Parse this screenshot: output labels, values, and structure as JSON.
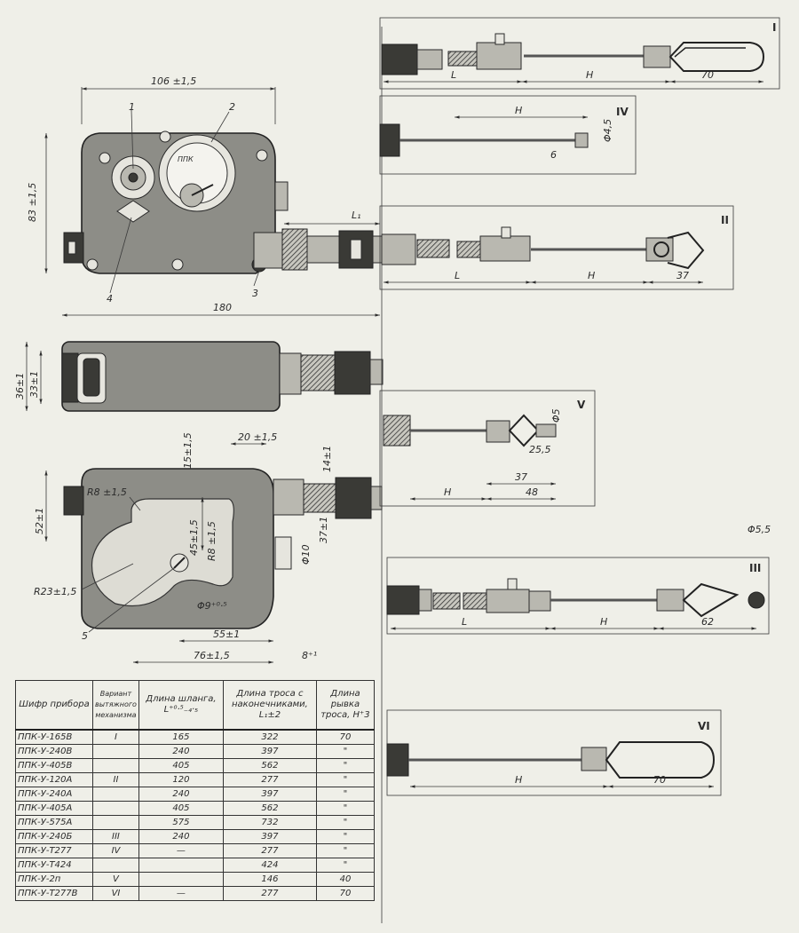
{
  "dims": {
    "w106": "106 ±1,5",
    "h83": "83 ±1,5",
    "w180": "180",
    "h36": "36±1",
    "h33": "33±1",
    "w20": "20 ±1,5",
    "h15": "15±1,5",
    "h14": "14±1",
    "r8a": "R8 ±1,5",
    "r8b": "R8 ±1,5",
    "h45": "45±1,5",
    "h52": "52±1",
    "r23": "R23±1,5",
    "d9": "Φ9⁺⁰·⁵",
    "d10": "Φ10",
    "h37": "37±1",
    "w55": "55±1",
    "w76": "76±1,5",
    "w8": "8⁺¹",
    "L1": "L₁",
    "L": "L",
    "H": "H",
    "d45": "Φ4,5",
    "d5": "Φ5",
    "d55": "Φ5,5",
    "v70": "70",
    "v37": "37",
    "v62": "62",
    "v48": "48",
    "v255": "25,5",
    "v6": "6",
    "c1": "1",
    "c2": "2",
    "c3": "3",
    "c4": "4",
    "c5": "5"
  },
  "variants": {
    "I": "I",
    "II": "II",
    "III": "III",
    "IV": "IV",
    "V": "V",
    "VI": "VI"
  },
  "table": {
    "headers": {
      "code": "Шифр прибора",
      "variant": "Вариант вытяжного механизма",
      "hose": "Длина шланга, L⁺⁰·⁵₋₄·₅",
      "cable": "Длина троса с наконечниками, L₁±2",
      "pull": "Длина рывка троса, H⁺3"
    },
    "rows": [
      {
        "code": "ППК-У-165В",
        "variant": "I",
        "hose": "165",
        "cable": "322",
        "pull": "70"
      },
      {
        "code": "ППК-У-240В",
        "variant": "",
        "hose": "240",
        "cable": "397",
        "pull": "\""
      },
      {
        "code": "ППК-У-405В",
        "variant": "",
        "hose": "405",
        "cable": "562",
        "pull": "\""
      },
      {
        "code": "ППК-У-120А",
        "variant": "II",
        "hose": "120",
        "cable": "277",
        "pull": "\""
      },
      {
        "code": "ППК-У-240А",
        "variant": "",
        "hose": "240",
        "cable": "397",
        "pull": "\""
      },
      {
        "code": "ППК-У-405А",
        "variant": "",
        "hose": "405",
        "cable": "562",
        "pull": "\""
      },
      {
        "code": "ППК-У-575А",
        "variant": "",
        "hose": "575",
        "cable": "732",
        "pull": "\""
      },
      {
        "code": "ППК-У-240Б",
        "variant": "III",
        "hose": "240",
        "cable": "397",
        "pull": "\""
      },
      {
        "code": "ППК-У-Т277",
        "variant": "IV",
        "hose": "—",
        "cable": "277",
        "pull": "\""
      },
      {
        "code": "ППК-У-Т424",
        "variant": "",
        "hose": "",
        "cable": "424",
        "pull": "\""
      },
      {
        "code": "ППК-У-2п",
        "variant": "V",
        "hose": "",
        "cable": "146",
        "pull": "40"
      },
      {
        "code": "ППК-У-Т277В",
        "variant": "VI",
        "hose": "—",
        "cable": "277",
        "pull": "70"
      }
    ]
  },
  "colors": {
    "paper": "#efefe8",
    "ink": "#2b2b2b",
    "metal": "#8d8d87"
  }
}
